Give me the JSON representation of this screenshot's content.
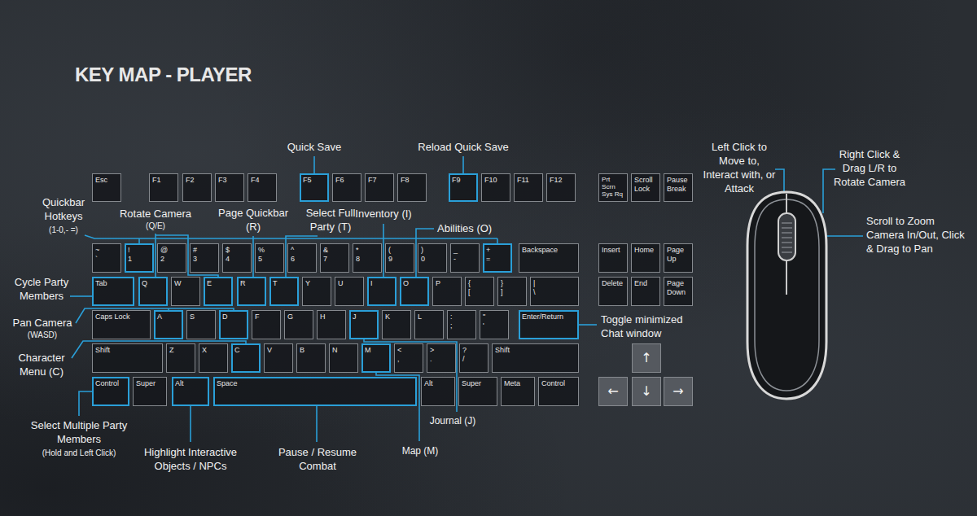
{
  "diagram": {
    "title": "KEY MAP - PLAYER",
    "nodes": [
      {
        "text": [
          "Esc"
        ]
      },
      {
        "text": [
          "F1"
        ]
      },
      {
        "text": [
          "F2"
        ]
      },
      {
        "text": [
          "F3"
        ]
      },
      {
        "text": [
          "F4"
        ]
      },
      {
        "text": [
          "F5"
        ]
      },
      {
        "text": [
          "F6"
        ]
      },
      {
        "text": [
          "F7"
        ]
      },
      {
        "text": [
          "F8"
        ]
      },
      {
        "text": [
          "F9"
        ]
      },
      {
        "text": [
          "F10"
        ]
      },
      {
        "text": [
          "F11"
        ]
      },
      {
        "text": [
          "F12"
        ]
      },
      {
        "text": [
          "Prt Scrn",
          "Sys Rq"
        ]
      },
      {
        "text": [
          "Scroll Lock"
        ]
      },
      {
        "text": [
          "Pause",
          "Break"
        ]
      },
      {
        "text": [
          "~",
          "`"
        ]
      },
      {
        "text": [
          "!",
          "1"
        ]
      },
      {
        "text": [
          "@",
          "2"
        ]
      },
      {
        "text": [
          "#",
          "3"
        ]
      },
      {
        "text": [
          "$",
          "4"
        ]
      },
      {
        "text": [
          "%",
          "5"
        ]
      },
      {
        "text": [
          "^",
          "6"
        ]
      },
      {
        "text": [
          "&",
          "7"
        ]
      },
      {
        "text": [
          "*",
          "8"
        ]
      },
      {
        "text": [
          "(",
          "9"
        ]
      },
      {
        "text": [
          ")",
          "0"
        ]
      },
      {
        "text": [
          "_",
          "-"
        ]
      },
      {
        "text": [
          "+",
          "="
        ]
      },
      {
        "text": [
          "Backspace"
        ]
      },
      {
        "text": [
          "Insert"
        ]
      },
      {
        "text": [
          "Home"
        ]
      },
      {
        "text": [
          "Page Up"
        ]
      },
      {
        "text": [
          "Tab"
        ]
      },
      {
        "text": [
          "Q"
        ]
      },
      {
        "text": [
          "W"
        ]
      },
      {
        "text": [
          "E"
        ]
      },
      {
        "text": [
          "R"
        ]
      },
      {
        "text": [
          "T"
        ]
      },
      {
        "text": [
          "Y"
        ]
      },
      {
        "text": [
          "U"
        ]
      },
      {
        "text": [
          "I"
        ]
      },
      {
        "text": [
          "O"
        ]
      },
      {
        "text": [
          "P"
        ]
      },
      {
        "text": [
          "{",
          "["
        ]
      },
      {
        "text": [
          "}",
          "]"
        ]
      },
      {
        "text": [
          "|",
          "\\"
        ]
      },
      {
        "text": [
          "Delete"
        ]
      },
      {
        "text": [
          "End"
        ]
      },
      {
        "text": [
          "Page Down"
        ]
      },
      {
        "text": [
          "Caps Lock"
        ]
      },
      {
        "text": [
          "A"
        ]
      },
      {
        "text": [
          "S"
        ]
      },
      {
        "text": [
          "D"
        ]
      },
      {
        "text": [
          "F"
        ]
      },
      {
        "text": [
          "G"
        ]
      },
      {
        "text": [
          "H"
        ]
      },
      {
        "text": [
          "J"
        ]
      },
      {
        "text": [
          "K"
        ]
      },
      {
        "text": [
          "L"
        ]
      },
      {
        "text": [
          ":",
          ";"
        ]
      },
      {
        "text": [
          "\"",
          "'"
        ]
      },
      {
        "text": [
          "Enter/Return"
        ]
      },
      {
        "text": [
          "Shift"
        ]
      },
      {
        "text": [
          "Z"
        ]
      },
      {
        "text": [
          "X"
        ]
      },
      {
        "text": [
          "C"
        ]
      },
      {
        "text": [
          "V"
        ]
      },
      {
        "text": [
          "B"
        ]
      },
      {
        "text": [
          "N"
        ]
      },
      {
        "text": [
          "M"
        ]
      },
      {
        "text": [
          "<",
          ","
        ]
      },
      {
        "text": [
          ">",
          "."
        ]
      },
      {
        "text": [
          "?",
          "/"
        ]
      },
      {
        "text": [
          "Shift"
        ]
      },
      {
        "text": [
          "↑"
        ]
      },
      {
        "text": [
          "Control"
        ]
      },
      {
        "text": [
          "Super"
        ]
      },
      {
        "text": [
          "Alt"
        ]
      },
      {
        "text": [
          "Space"
        ]
      },
      {
        "text": [
          "Alt"
        ]
      },
      {
        "text": [
          "Super"
        ]
      },
      {
        "text": [
          "Meta"
        ]
      },
      {
        "text": [
          "Control"
        ]
      },
      {
        "text": [
          "←"
        ]
      },
      {
        "text": [
          "↓"
        ]
      },
      {
        "text": [
          "→"
        ]
      }
    ],
    "labels": [
      "Quick Save",
      "Reload Quick Save",
      "Quickbar Hotkeys",
      "(1-0,- =)",
      "Rotate Camera",
      "(Q/E)",
      "Page Quickbar (R)",
      "Select Full Party (T)",
      "Inventory (I)",
      "Abilities (O)",
      "Cycle Party Members",
      "Pan Camera",
      "(WASD)",
      "Character Menu (C)",
      "Toggle minimized Chat window",
      "Select Multiple Party Members",
      "(Hold and Left Click)",
      "Highlight Interactive Objects / NPCs",
      "Pause / Resume Combat",
      "Map (M)",
      "Journal (J)",
      "Left Click to Move to, Interact with, or Attack",
      "Right Click & Drag L/R to Rotate Camera",
      "Scroll to Zoom Camera In/Out, Click & Drag to Pan"
    ]
  }
}
